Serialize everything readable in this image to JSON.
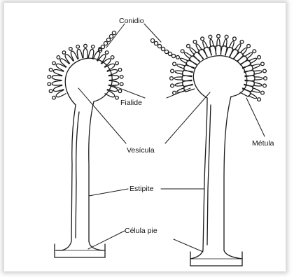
{
  "labels": {
    "conidio": "Conidio",
    "fialide": "Fialide",
    "vesicula": "Vesícula",
    "metula": "Métula",
    "estipite": "Estipite",
    "celula_pie": "Célula pie"
  },
  "colors": {
    "ink": "#1a1a1a",
    "background": "#ffffff"
  }
}
